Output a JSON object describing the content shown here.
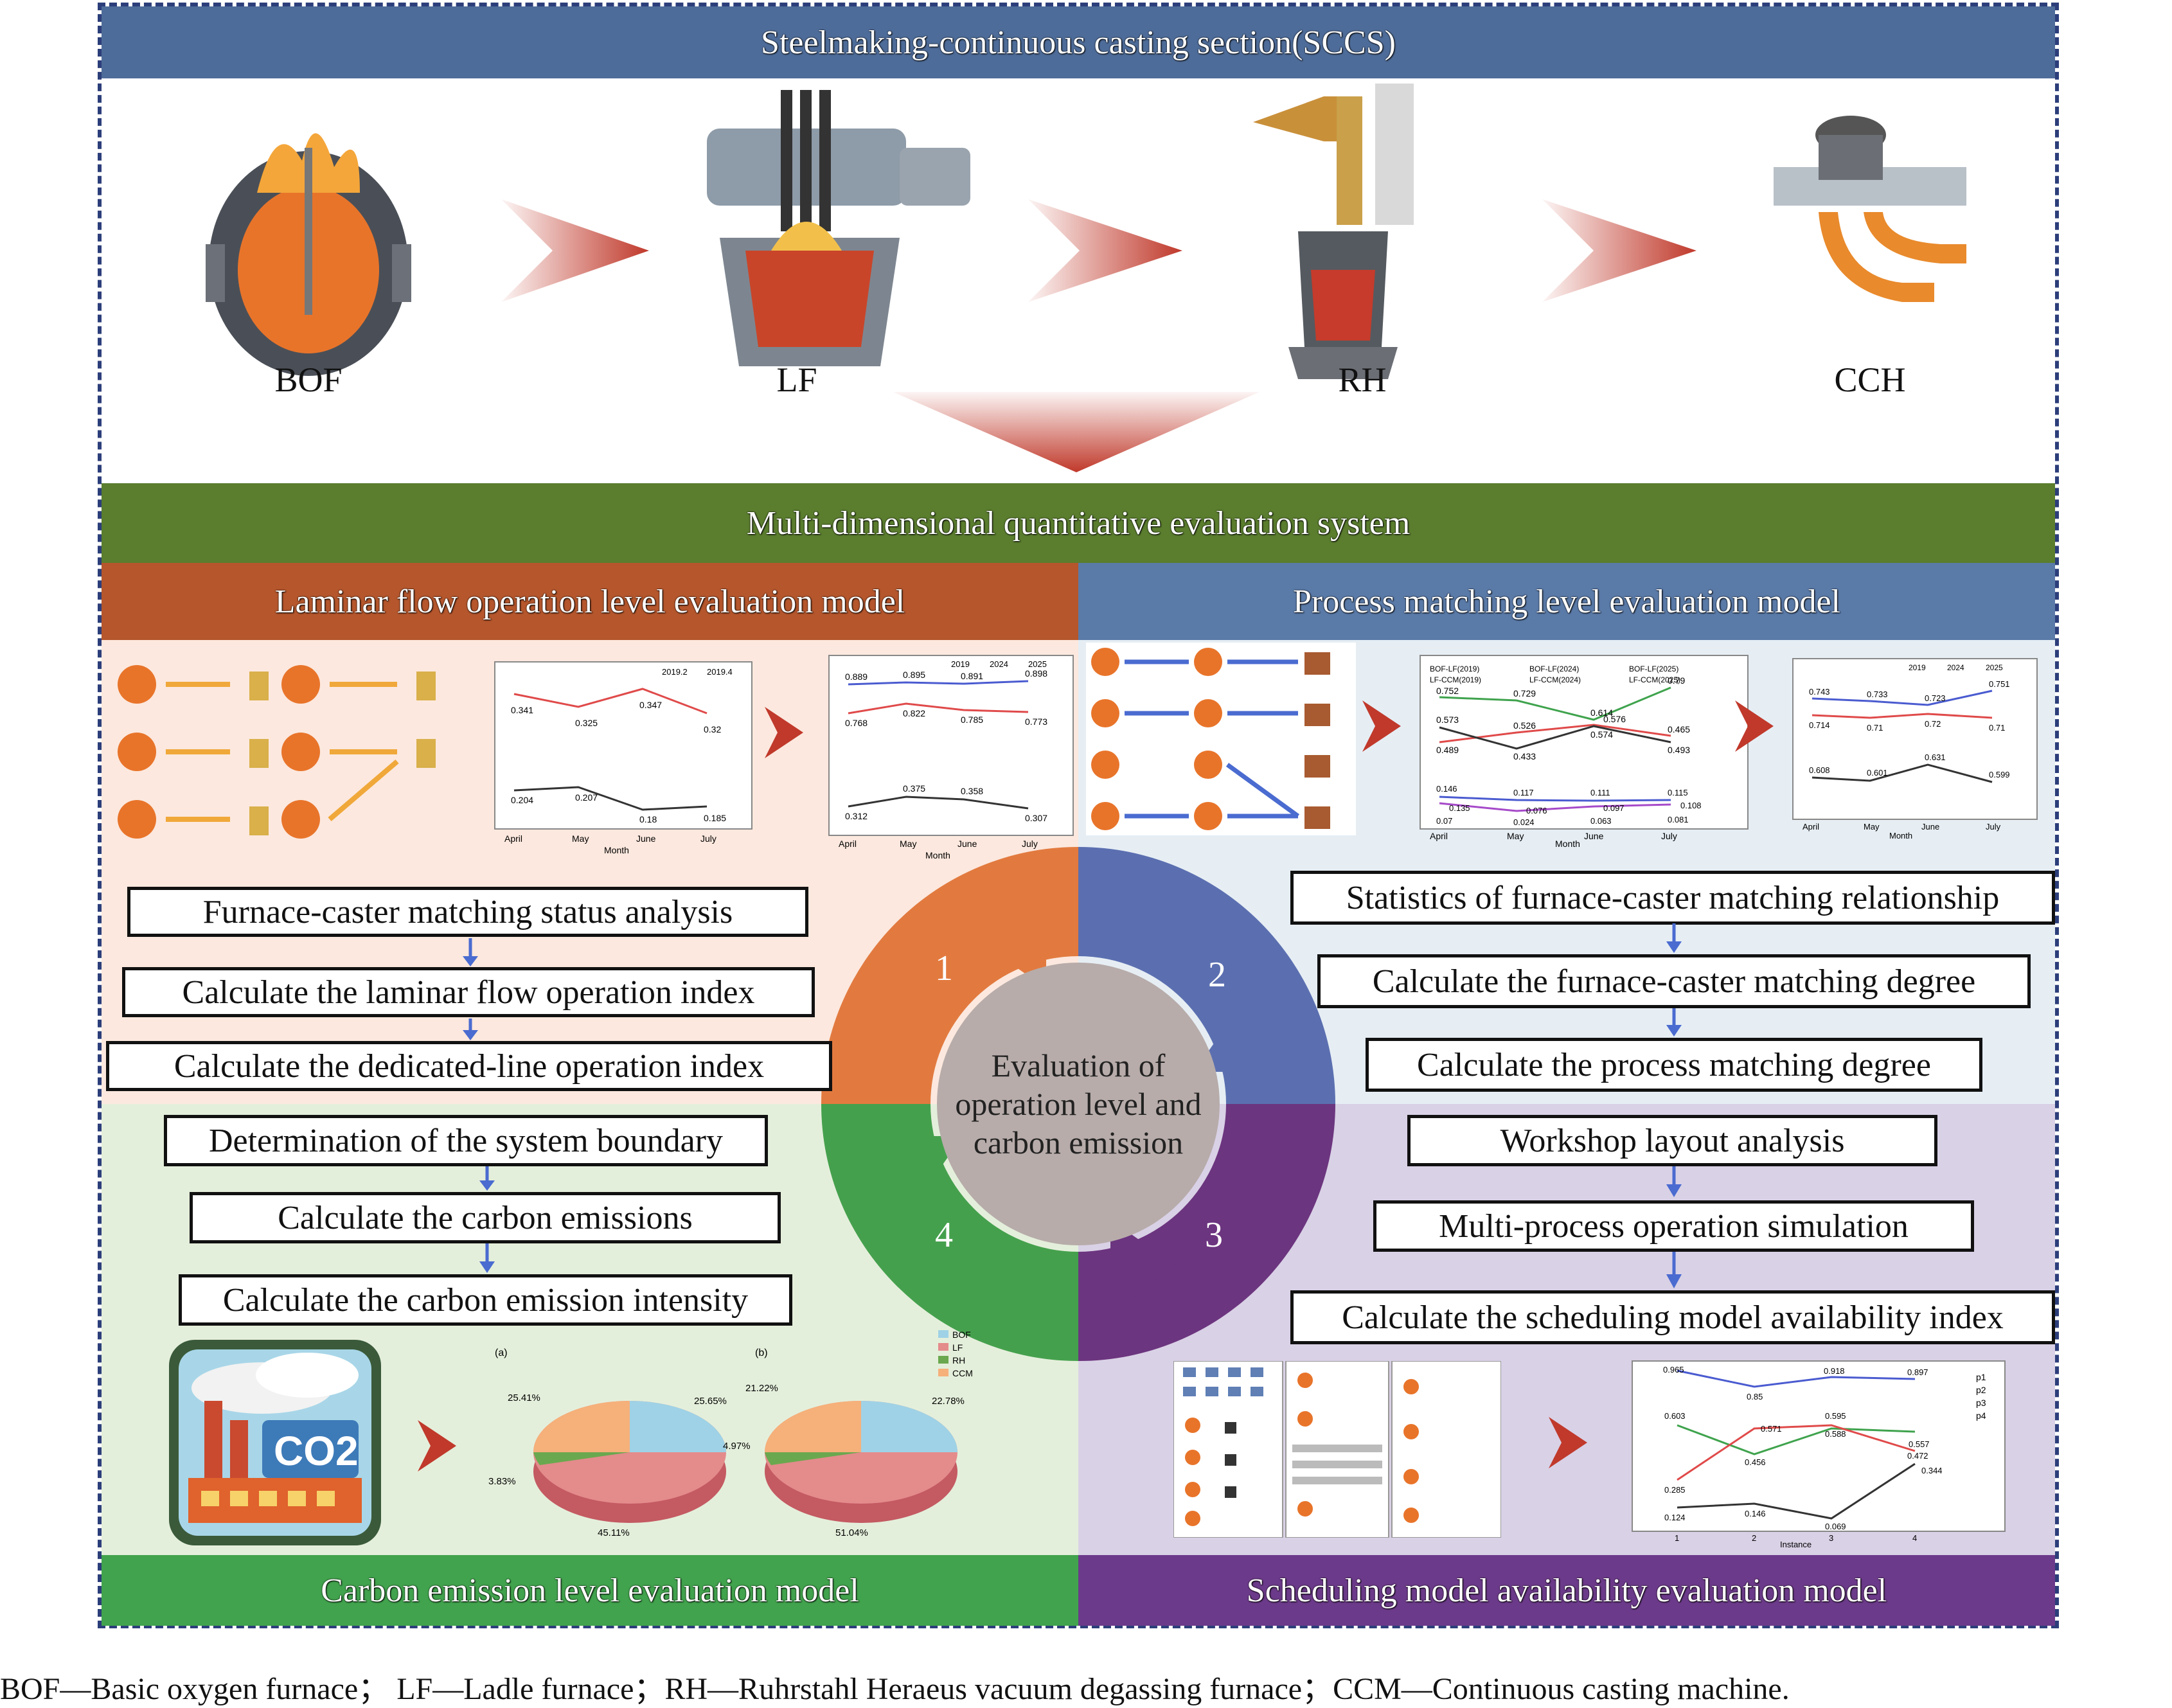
{
  "header": {
    "title": "Steelmaking-continuous casting section(SCCS)"
  },
  "stages": [
    {
      "label": "BOF",
      "icon": "converter-icon"
    },
    {
      "label": "LF",
      "icon": "ladle-furnace-icon"
    },
    {
      "label": "RH",
      "icon": "vacuum-degasser-icon"
    },
    {
      "label": "CCH",
      "icon": "caster-icon"
    }
  ],
  "system": {
    "title": "Multi-dimensional quantitative evaluation system"
  },
  "center": {
    "label": "Evaluation of operation level and carbon emission"
  },
  "quadrants": {
    "q1": {
      "number": "1",
      "title": "Laminar flow operation level evaluation model",
      "steps": [
        "Furnace-caster matching status analysis",
        "Calculate the laminar flow operation index",
        "Calculate the dedicated-line operation index"
      ]
    },
    "q2": {
      "number": "2",
      "title": "Process matching level evaluation model",
      "steps": [
        "Statistics of furnace-caster matching relationship",
        "Calculate the furnace-caster matching degree",
        "Calculate the process matching degree"
      ]
    },
    "q3": {
      "number": "3",
      "title": "Scheduling model availability evaluation model",
      "steps": [
        "Workshop layout analysis",
        "Multi-process operation simulation",
        "Calculate the scheduling model availability index"
      ]
    },
    "q4": {
      "number": "4",
      "title": "Carbon emission level evaluation model",
      "steps": [
        "Determination of the system boundary",
        "Calculate the carbon emissions",
        "Calculate the carbon emission intensity"
      ]
    }
  },
  "mini_charts": {
    "c1": {
      "legend": [
        "2019.2",
        "2019.4"
      ],
      "values": [
        "0.341",
        "0.325",
        "0.347",
        "0.32",
        "0.204",
        "0.207",
        "0.18",
        "0.185"
      ],
      "xticks": [
        "April",
        "May",
        "June",
        "July"
      ],
      "xlabel": "Month"
    },
    "c2": {
      "legend": [
        "2019",
        "2024",
        "2025"
      ],
      "values": [
        "0.889",
        "0.895",
        "0.891",
        "0.898",
        "0.768",
        "0.822",
        "0.785",
        "0.773",
        "0.312",
        "0.375",
        "0.358",
        "0.307"
      ],
      "xticks": [
        "April",
        "May",
        "June",
        "July"
      ],
      "xlabel": "Month"
    },
    "c3": {
      "legend": [
        "BOF-LF(2019)",
        "BOF-LF(2024)",
        "BOF-LF(2025)",
        "LF-CCM(2019)",
        "LF-CCM(2024)",
        "LF-CCM(2025)"
      ],
      "values": [
        "0.752",
        "0.729",
        "0.614",
        "0.79",
        "0.573",
        "0.526",
        "0.576",
        "0.465",
        "0.489",
        "0.433",
        "0.574",
        "0.493",
        "0.146",
        "0.117",
        "0.111",
        "0.115",
        "0.135",
        "0.076",
        "0.097",
        "0.108",
        "0.07",
        "0.024",
        "0.063",
        "0.081"
      ],
      "xticks": [
        "April",
        "May",
        "June",
        "July"
      ],
      "xlabel": "Month"
    },
    "c4": {
      "legend": [
        "2019",
        "2024",
        "2025"
      ],
      "values": [
        "0.743",
        "0.733",
        "0.723",
        "0.751",
        "0.714",
        "0.71",
        "0.72",
        "0.71",
        "0.608",
        "0.601",
        "0.631",
        "0.599"
      ],
      "xticks": [
        "April",
        "May",
        "June",
        "July"
      ],
      "xlabel": "Month"
    },
    "c5": {
      "legend": [
        "p1",
        "p2",
        "p3",
        "p4"
      ],
      "values": [
        "0.965",
        "0.85",
        "0.918",
        "0.897",
        "0.603",
        "0.571",
        "0.595",
        "0.557",
        "0.456",
        "0.588",
        "0.472",
        "0.285",
        "0.344",
        "0.124",
        "0.146",
        "0.069"
      ],
      "xticks": [
        "1",
        "2",
        "3",
        "4"
      ],
      "xlabel": "Instance"
    },
    "pies": {
      "a_label": "(a)",
      "b_label": "(b)",
      "a_values": [
        "25.41%",
        "25.65%",
        "3.83%",
        "45.11%"
      ],
      "b_values": [
        "21.22%",
        "22.78%",
        "4.97%",
        "51.04%"
      ],
      "legend": [
        "BOF",
        "LF",
        "RH",
        "CCM"
      ]
    }
  },
  "co2_label": "CO2",
  "footer": {
    "caption": "BOF—Basic oxygen furnace；  LF—Ladle furnace；RH—Ruhrstahl Heraeus vacuum degassing furnace；CCM—Continuous casting machine."
  },
  "colors": {
    "header_blue": "#4e6c99",
    "green": "#5a7d2e",
    "q1_bar": "#b5562c",
    "q1_bg": "#fce8de",
    "q2_bar": "#5a7aa8",
    "q2_bg": "#e6eef4",
    "q3_bar": "#6c3a8a",
    "q3_bg": "#d9d1e6",
    "q4_bar": "#41a34d",
    "q4_bg": "#e4efdb",
    "ring_orange": "#e27a3f",
    "ring_blue": "#5b6fb0",
    "ring_purple": "#6c357f",
    "ring_green": "#45a04d",
    "center_gray": "#b7acaa",
    "arrow_red": "#c0392b"
  }
}
